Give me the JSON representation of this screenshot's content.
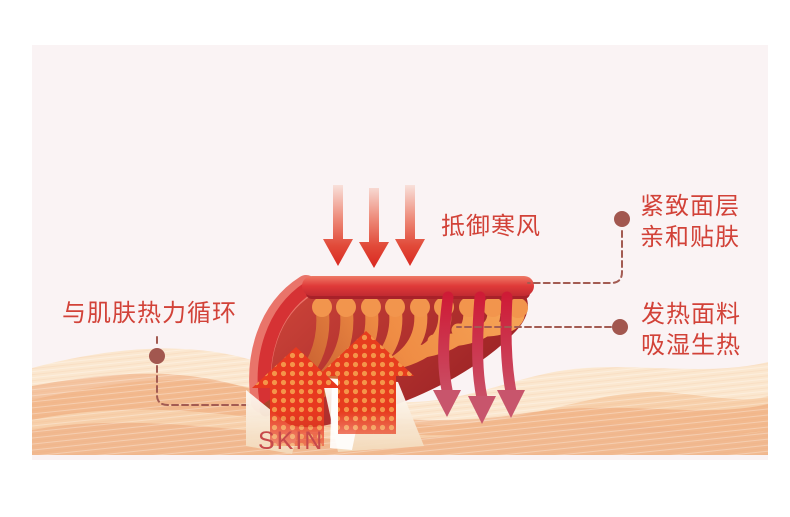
{
  "page": {
    "background": "#ffffff",
    "panel_background": "#faf3f4"
  },
  "colors": {
    "accent_text_red": "#d24238",
    "marker_dot": "#a2574f",
    "dashed_line": "#a35b52",
    "fabric_bar_red": "#dc3136",
    "fabric_body_red": "#b03030",
    "loop_orange": "#f0914a",
    "ribbon_crimson": "#cf1b36",
    "heat_arrow_red": "#e73c1e",
    "halftone_dot_orange": "#f59f4e",
    "skin_wave_peach": "#f6cda6",
    "skin_label_red": "#c7494b"
  },
  "annotations": {
    "wind": {
      "label": "抵御寒风"
    },
    "surface_layer": {
      "line1": "紧致面层",
      "line2": "亲和贴肤"
    },
    "heat_fabric": {
      "line1": "发热面料",
      "line2": "吸湿生热"
    },
    "circulation": {
      "label": "与肌肤热力循环"
    },
    "skin": {
      "label": "SKIN"
    }
  },
  "icons": {
    "wind_arrows": "three-down-arrows-icon",
    "moisture_ribbons": "three-ribbon-down-arrows-icon",
    "heat_arrows": "two-halftone-up-arrows-icon",
    "markers": "dot-with-dashed-connector-icon"
  }
}
